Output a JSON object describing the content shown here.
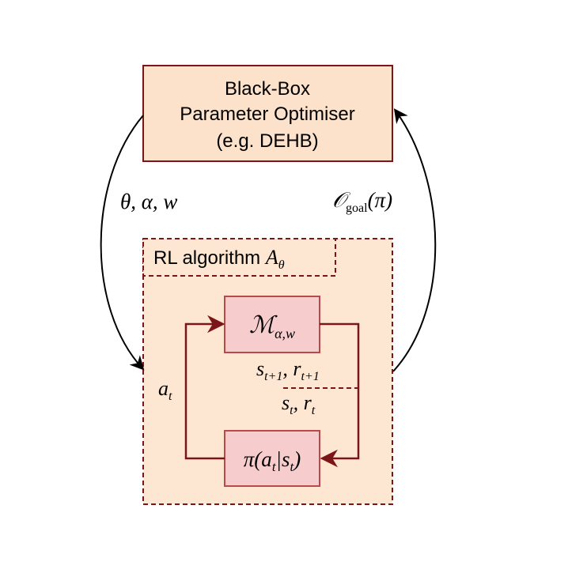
{
  "optimiser": {
    "line1": "Black-Box",
    "line2": "Parameter Optimiser",
    "line3": "(e.g. DEHB)"
  },
  "edges": {
    "left_params": "θ, α, w",
    "right_objective_symbol": "𝒪",
    "right_objective_sub": "goal",
    "right_objective_arg": "(π)"
  },
  "rl_block": {
    "label_text": "RL algorithm ",
    "label_symbol": "A",
    "label_sub": "θ"
  },
  "env_node": {
    "symbol": "ℳ",
    "sub": "α,w"
  },
  "policy_node": {
    "label": "π(a",
    "label_t": "t",
    "label_mid": "|s",
    "label_t2": "t",
    "label_end": ")"
  },
  "loop_labels": {
    "action": "a",
    "action_sub": "t",
    "next_state": "s",
    "next_state_sub": "t+1",
    "next_sep": ", ",
    "next_reward": "r",
    "next_reward_sub": "t+1",
    "state": "s",
    "state_sub": "t",
    "state_sep": ", ",
    "reward": "r",
    "reward_sub": "t"
  },
  "colors": {
    "optimiser_fill": "#fce1cb",
    "optimiser_stroke": "#7b1518",
    "rl_fill": "#fde6d2",
    "rl_stroke": "#7b1518",
    "node_fill": "#f6cccd",
    "node_stroke": "#b84a4a",
    "loop_stroke": "#7b1518",
    "outer_arrow": "#000000"
  }
}
